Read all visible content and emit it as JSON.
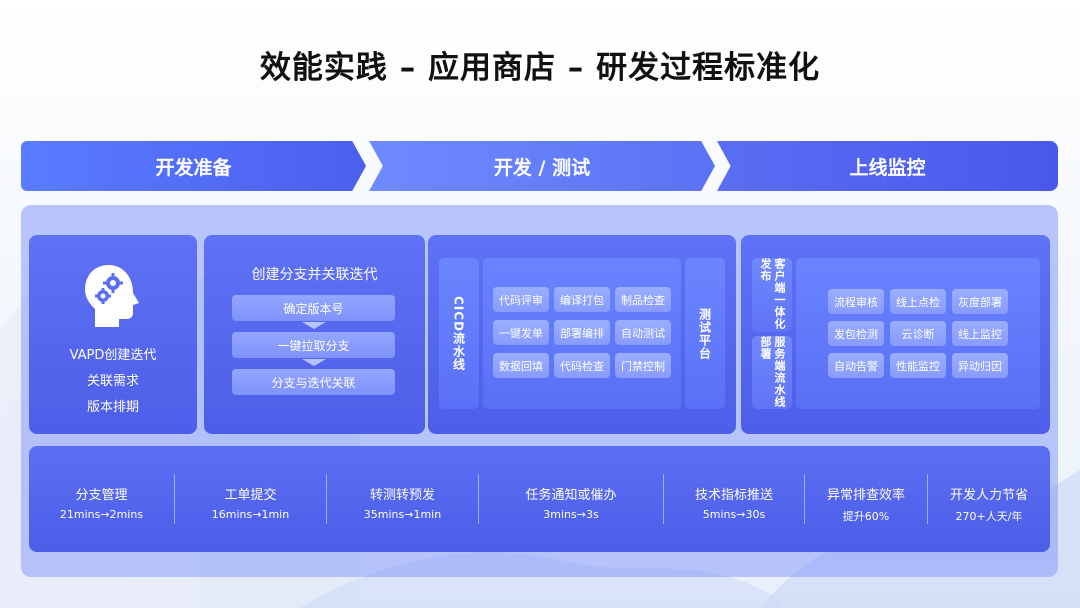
{
  "title": "效能实践 – 应用商店 – 研发过程标准化",
  "phases": [
    "开发准备",
    "开发 / 测试",
    "上线监控"
  ],
  "prep": {
    "lines": [
      "VAPD创建迭代",
      "关联需求",
      "版本排期"
    ],
    "icon": "head-gears-icon"
  },
  "branch": {
    "title": "创建分支并关联迭代",
    "steps": [
      "确定版本号",
      "一键拉取分支",
      "分支与迭代关联"
    ]
  },
  "cicd": {
    "label": "CICD流水线",
    "chips": [
      "代码评审",
      "编译打包",
      "制品检查",
      "一键发单",
      "部署编排",
      "自动测试",
      "数据回填",
      "代码检查",
      "门禁控制"
    ],
    "test_platform": "测试平台"
  },
  "monitor": {
    "client_label": "客户端一体化发布",
    "server_label": "服务端流水线部署",
    "chips": [
      "流程审核",
      "线上点检",
      "灰度部署",
      "发包检测",
      "云诊断",
      "线上监控",
      "自动告警",
      "性能监控",
      "异动归因"
    ]
  },
  "metrics": [
    {
      "label": "分支管理",
      "value": "21mins→2mins"
    },
    {
      "label": "工单提交",
      "value": "16mins→1min"
    },
    {
      "label": "转测转预发",
      "value": "35mins→1min"
    },
    {
      "label": "任务通知或催办",
      "value": "3mins→3s"
    },
    {
      "label": "技术指标推送",
      "value": "5mins→30s"
    },
    {
      "label": "异常排查效率",
      "value": "提升60%"
    },
    {
      "label": "开发人力节省",
      "value": "270+人天/年"
    }
  ],
  "colors": {
    "accent": "#4d5ee8",
    "chip": "#8a9dfc",
    "title": "#111111"
  }
}
